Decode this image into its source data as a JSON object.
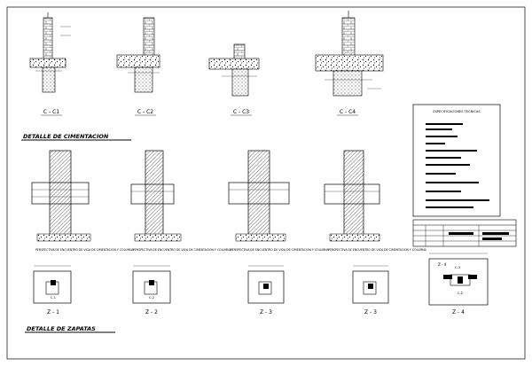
{
  "sheet": {
    "section_titles": {
      "cimentacion": "DETALLE DE CIMENTACION",
      "zapatas": "DETALLE DE ZAPATAS"
    },
    "column_details": [
      {
        "label": "C - C1"
      },
      {
        "label": "C - C2"
      },
      {
        "label": "C - C3"
      },
      {
        "label": "C - C4"
      }
    ],
    "perspectives": [
      {
        "caption": "PERSPECTIVA DE ENCUENTRO DE VIGA DE CIMENTACION Y COLUMNA"
      },
      {
        "caption": "PERSPECTIVA DE ENCUENTRO DE VIGA DE CIMENTACION Y COLUMNA"
      },
      {
        "caption": "PERSPECTIVA DE ENCUENTRO DE VIGA DE CIMENTACION Y COLUMNA"
      },
      {
        "caption": "PERSPECTIVA DE ENCUENTRO DE VIGA DE CIMENTACION Y COLUMNA"
      }
    ],
    "footings": [
      {
        "label": "Z - 1",
        "inner": "C-1"
      },
      {
        "label": "Z - 2",
        "inner": "C-2"
      },
      {
        "label": "Z - 3",
        "inner": ""
      },
      {
        "label": "Z - 3",
        "inner": ""
      },
      {
        "label": "Z - 4",
        "inner": "C-3",
        "inner2": "C-2",
        "corner": "Z - 4"
      }
    ],
    "specs_box": {
      "title": "ESPECIFICACIONES TECNICAS"
    },
    "colors": {
      "ink": "#000000",
      "paper": "#ffffff"
    }
  }
}
